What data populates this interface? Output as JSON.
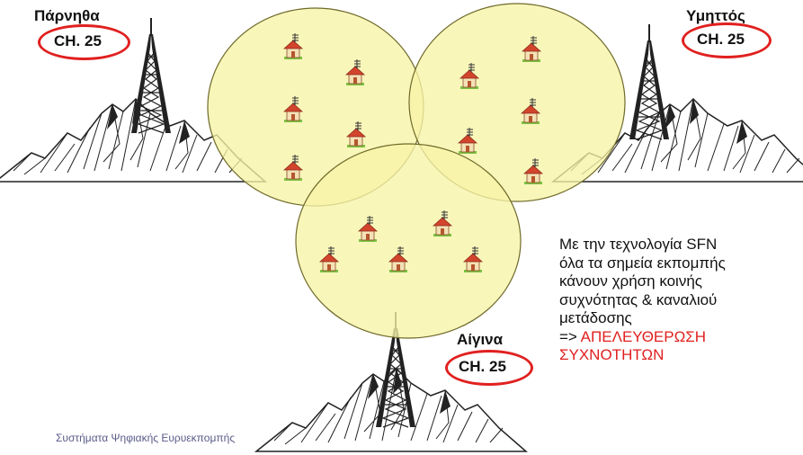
{
  "sites": [
    {
      "name": "Πάρνηθα",
      "channel": "CH. 25"
    },
    {
      "name": "Υμηττός",
      "channel": "CH. 25"
    },
    {
      "name": "Αίγινα",
      "channel": "CH. 25"
    }
  ],
  "note": {
    "lines": [
      "Με την τεχνολογία SFN",
      "όλα τα σημεία εκπομπής",
      "κάνουν χρήση κοινής",
      "συχνότητας & καναλιού",
      "μετάδοσης"
    ],
    "arrow": "=>",
    "highlight_1": "ΑΠΕΛΕΥΘΕΡΩΣΗ",
    "highlight_2": "ΣΥΧΝΟΤΗΤΩΝ"
  },
  "footer": "Συστήματα Ψηφιακής Ευρυεκπομπής",
  "colors": {
    "cell_fill": "#f7f3a6",
    "cell_stroke": "#6f6a2a",
    "ring": "#e0201f",
    "house_roof": "#d2452c",
    "house_wall": "#f4e1b6",
    "grass": "#7cc342"
  },
  "icons": [
    "transmitter-tower-icon",
    "mountain-icon",
    "house-antenna-icon"
  ]
}
